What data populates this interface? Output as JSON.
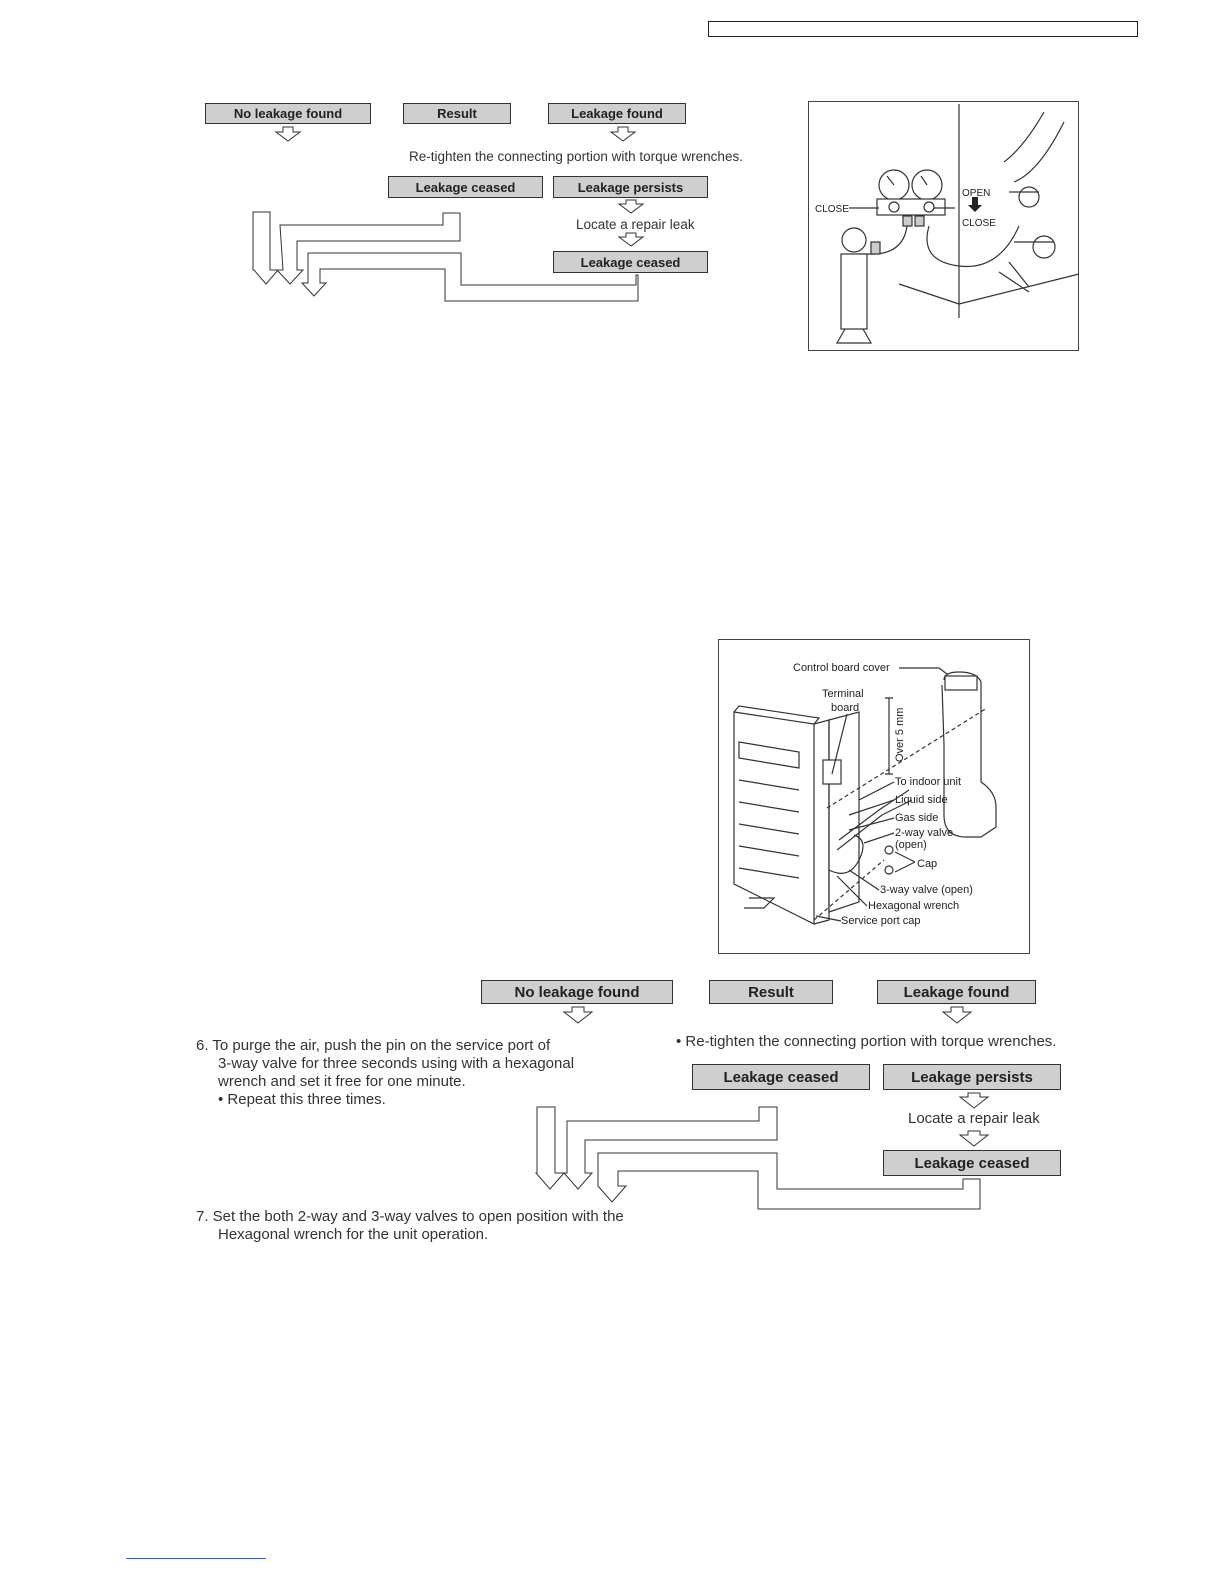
{
  "header": {
    "box_text": ""
  },
  "flow_top": {
    "no_leak": "No leakage found",
    "result": "Result",
    "leak_found": "Leakage found",
    "retighten": "Re-tighten the connecting portion with torque wrenches.",
    "ceased_1": "Leakage ceased",
    "persists": "Leakage persists",
    "locate": "Locate a repair leak",
    "ceased_2": "Leakage ceased"
  },
  "figure_gauge": {
    "close_left": "CLOSE",
    "open": "OPEN",
    "close_right": "CLOSE"
  },
  "figure_unit": {
    "control_board_cover": "Control board cover",
    "terminal_board_1": "Terminal",
    "terminal_board_2": "board",
    "over_5mm": "Over 5 mm",
    "to_indoor_unit": "To indoor unit",
    "liquid_side": "Liquid side",
    "gas_side": "Gas side",
    "two_way_valve_1": "2-way valve",
    "two_way_valve_2": "(open)",
    "cap": "Cap",
    "three_way_valve": "3-way valve (open)",
    "hex_wrench": "Hexagonal wrench",
    "service_port_cap": "Service port cap"
  },
  "flow_bottom": {
    "no_leak": "No leakage found",
    "result": "Result",
    "leak_found": "Leakage found",
    "retighten": "• Re-tighten the connecting portion with torque wrenches.",
    "ceased_1": "Leakage ceased",
    "persists": "Leakage persists",
    "locate": "Locate a repair leak",
    "ceased_2": "Leakage ceased"
  },
  "steps": {
    "s6_l1": "6.  To purge the air, push the pin on the service port of",
    "s6_l2": "3-way valve for three seconds using with a hexagonal",
    "s6_l3": "wrench and set it free for one minute.",
    "s6_l4": "• Repeat this three times.",
    "s7_l1": "7.  Set the both 2-way and 3-way valves to open position with the",
    "s7_l2": "Hexagonal wrench for the unit operation."
  }
}
